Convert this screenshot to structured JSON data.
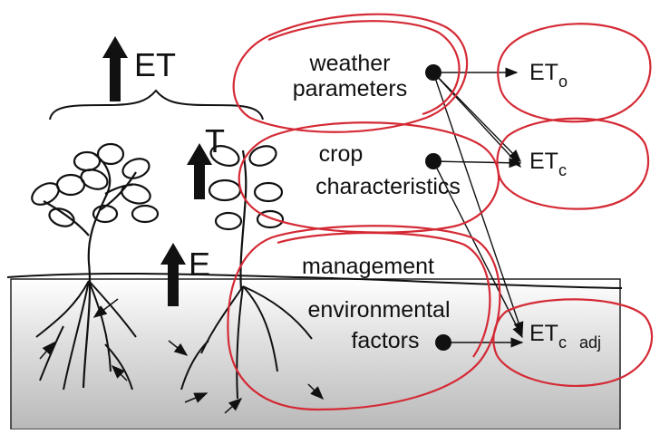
{
  "processes": {
    "et": "ET",
    "t": "T",
    "e": "E"
  },
  "factors": {
    "weather_line1": "weather",
    "weather_line2": "parameters",
    "crop_line1": "crop",
    "crop_line2": "characteristics",
    "management": "management",
    "env_line1": "environmental",
    "env_line2": "factors"
  },
  "outputs": {
    "eto_base": "ET",
    "eto_sub": "o",
    "etc_base": "ET",
    "etc_sub": "c",
    "etcadj_base": "ET",
    "etcadj_sub1": "c",
    "etcadj_sub2": "adj"
  },
  "colors": {
    "annotation": "#d42a35",
    "ink": "#111111",
    "soil": "#bfbfbf"
  }
}
